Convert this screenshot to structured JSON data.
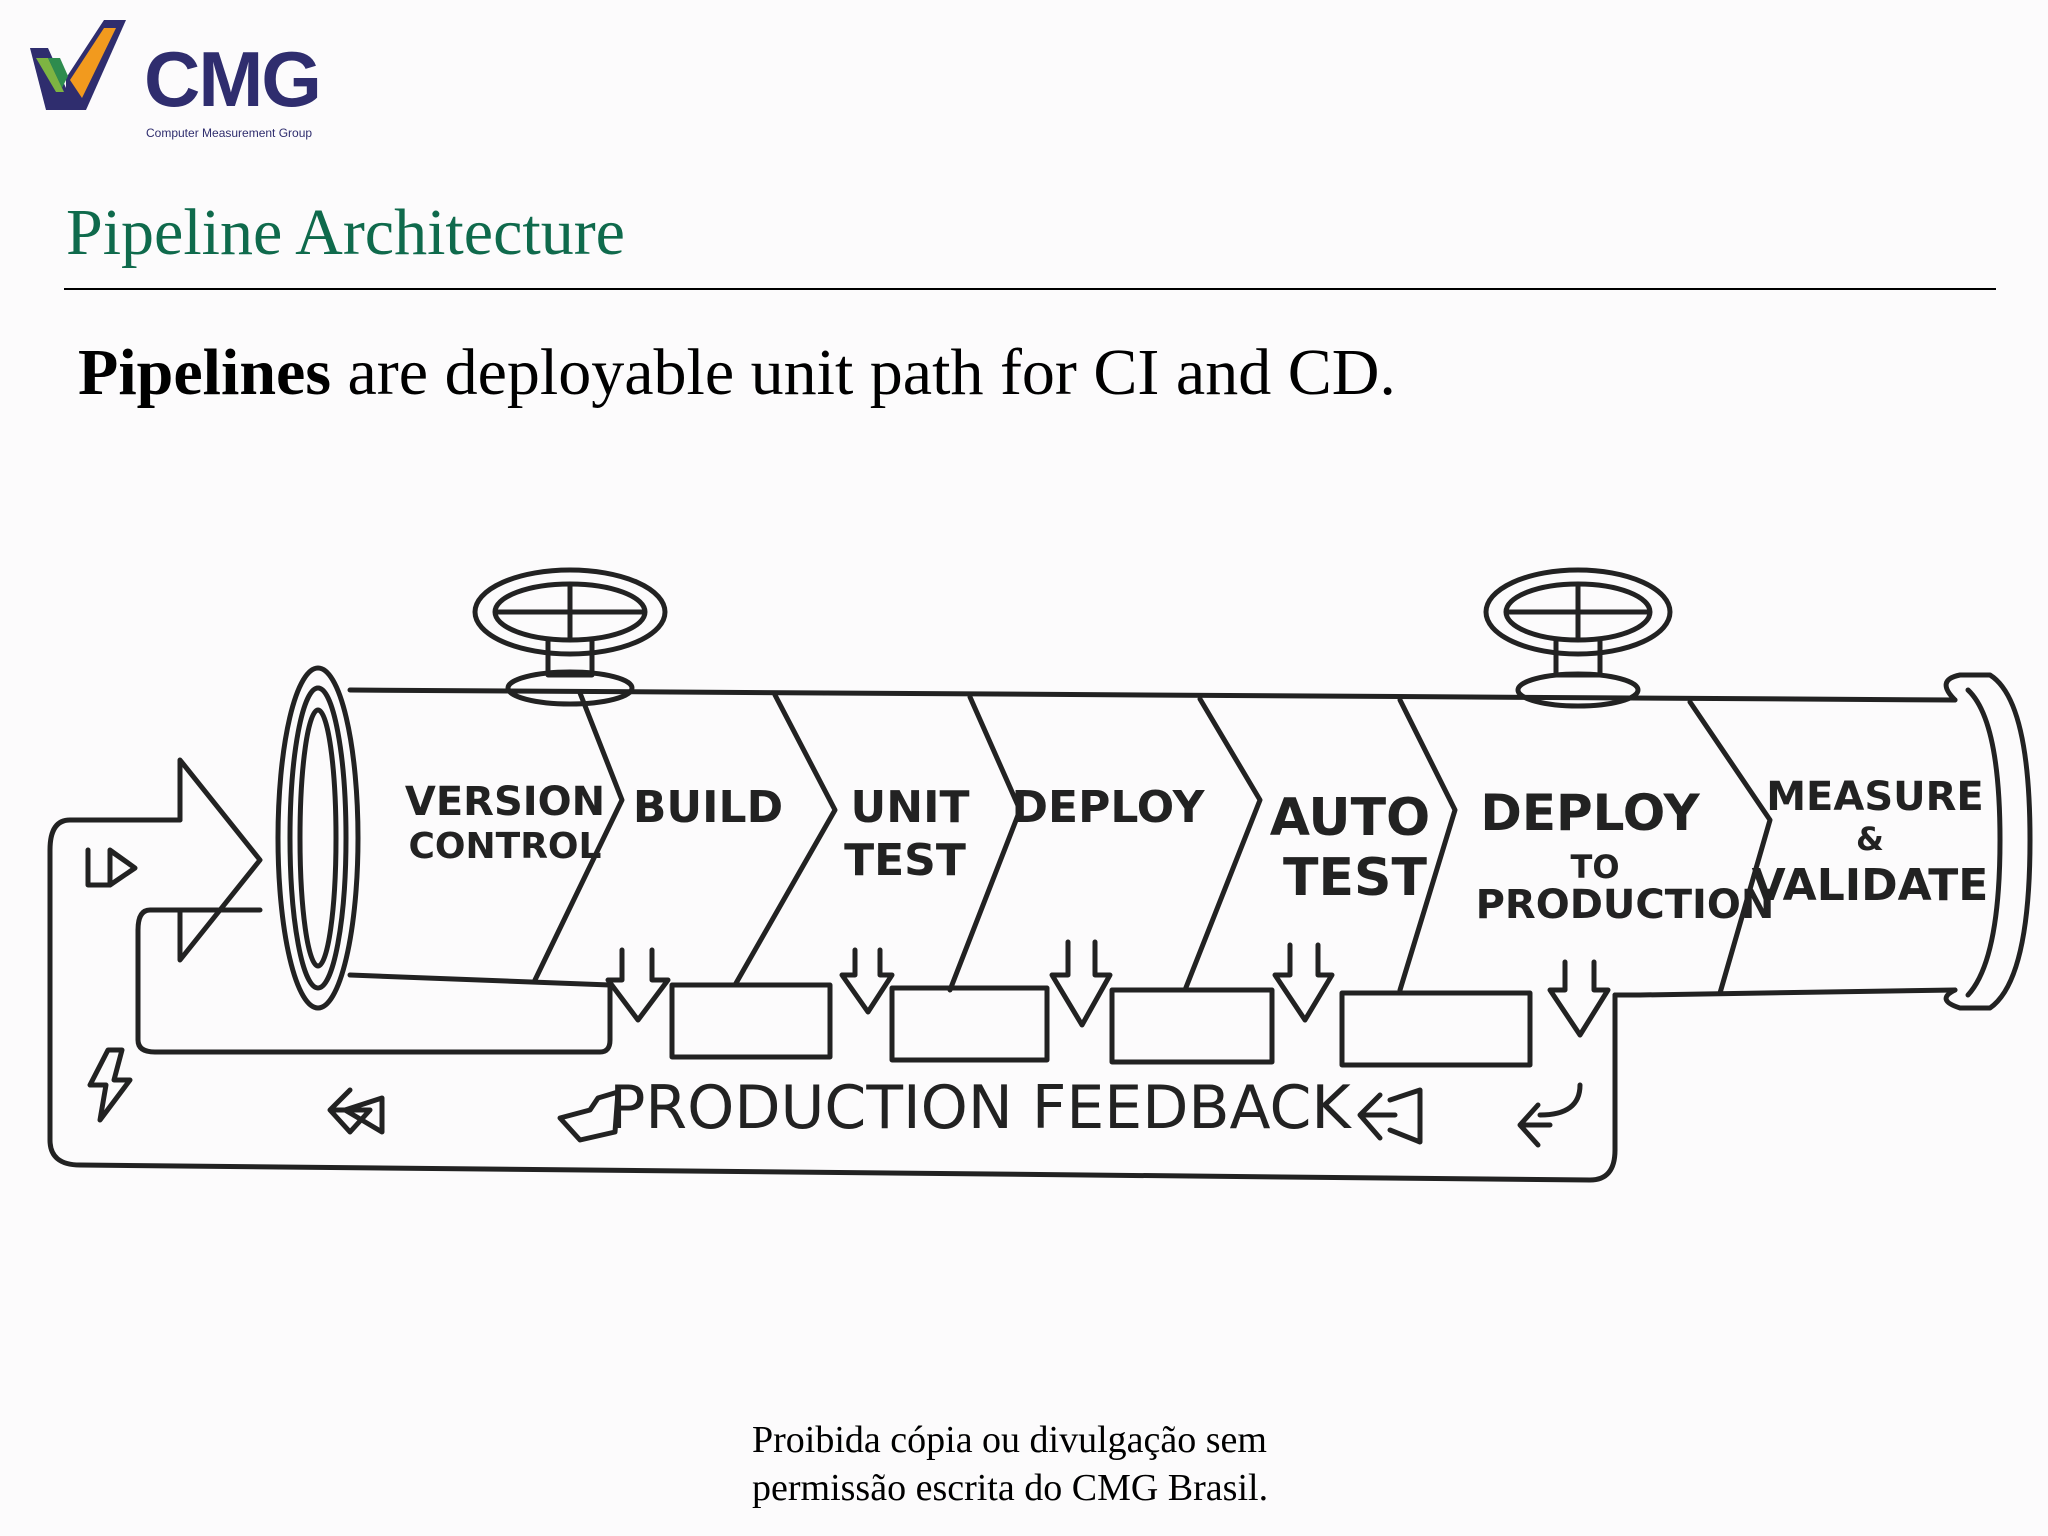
{
  "logo": {
    "text": "CMG",
    "subtext": "Computer Measurement Group"
  },
  "title": "Pipeline Architecture",
  "subtitle": {
    "bold": "Pipelines",
    "rest": " are deployable unit path for CI and CD."
  },
  "diagram": {
    "stages": [
      {
        "line1": "VERSION",
        "line2": "CONTROL"
      },
      {
        "line1": "BUILD",
        "line2": ""
      },
      {
        "line1": "UNIT",
        "line2": "TEST"
      },
      {
        "line1": "DEPLOY",
        "line2": ""
      },
      {
        "line1": "AUTO",
        "line2": "TEST"
      },
      {
        "line1": "DEPLOY",
        "line2": "TO",
        "line3": "PRODUCTION"
      },
      {
        "line1": "MEASURE",
        "line2": "&",
        "line3": "VALIDATE"
      }
    ],
    "feedback_label": "PRODUCTION FEEDBACK"
  },
  "footer": {
    "line1": "Proibida cópia ou divulgação sem",
    "line2": "permissão escrita do CMG Brasil."
  }
}
